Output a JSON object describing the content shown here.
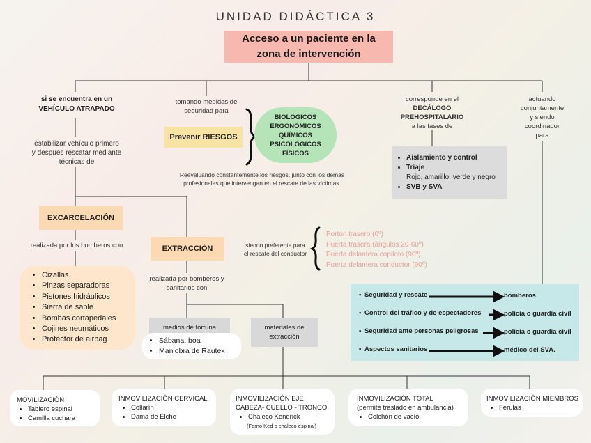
{
  "title": "UNIDAD DIDÁCTICA 3",
  "subtitle": [
    "Acceso a un paciente en la",
    "zona de intervención"
  ],
  "branch1": {
    "label_l1": "si se encuentra en un",
    "label_l2": "VEHÍCULO ATRAPADO",
    "desc_l1": "estabilizar vehículo primero",
    "desc_l2": "y después rescatar mediante",
    "desc_l3": "técnicas de"
  },
  "branch2": {
    "label_l1": "tomando medidas de",
    "label_l2": "seguridad para",
    "box": "Prevenir RIESGOS",
    "risks": [
      "BIOLÓGICOS",
      "ERGONÓMICOS",
      "QUÍMICOS",
      "PSICOLÓGICOS",
      "FÍSICOS"
    ],
    "note_l1": "Reevaluando constantemente los riesgos, junto con los demás",
    "note_l2": "profesionales que intervengan en el rescate de las víctimas."
  },
  "branch3": {
    "label_l1": "corresponde en el",
    "label_l2": "DECÁLOGO",
    "label_l3": "PREHOSPITALARIO",
    "label_l4": "a las fases de",
    "items": [
      "Aislamiento y control",
      "Triaje"
    ],
    "triaje_detail": "Rojo, amarillo, verde y negro",
    "last_item": "SVB y SVA"
  },
  "branch4": {
    "label_l1": "actuando",
    "label_l2": "conjuntamente",
    "label_l3": "y siendo",
    "label_l4": "coordinador",
    "label_l5": "para"
  },
  "excarcelacion": {
    "box": "EXCARCELACIÓN",
    "desc": "realizada por los bomberos con",
    "tools": [
      "Cizallas",
      "Pinzas separadoras",
      "Pistones hidráulicos",
      "Sierra de sable",
      "Bombas cortapedales",
      "Cojines neumáticos",
      "Protector de airbag"
    ]
  },
  "extraccion": {
    "box": "EXTRACCIÓN",
    "pref_l1": "siendo preferente para",
    "pref_l2": "el rescate del conductor",
    "doors": [
      "Portón trasero (0º)",
      "Puerta trasera (ángulos 20-60º)",
      "Puerta delantera copiloto (90º)",
      "Puerta delantera conductor (90º)"
    ],
    "desc_l1": "realizada por bomberos y",
    "desc_l2": "sanitarios con",
    "fortuna": "medios de fortuna",
    "fortuna_items": [
      "Sábana, boa",
      "Maniobra de Rautek"
    ],
    "materiales_l1": "materiales de",
    "materiales_l2": "extracción"
  },
  "coordination": [
    {
      "task": "Seguridad y rescate",
      "who": "bomberos"
    },
    {
      "task": "Control del tráfico y de espectadores",
      "who": "policía o guardia civil"
    },
    {
      "task": "Seguridad ante personas peligrosas",
      "who": "policía o guardia civil"
    },
    {
      "task": "Aspectos sanitarios",
      "who": "médico del SVA."
    }
  ],
  "bottom": {
    "movilizacion": {
      "title": "MOVILIZACIÓN",
      "items": [
        "Tablero espinal",
        "Camilla cuchara"
      ]
    },
    "cervical": {
      "title": "INMOVILIZACIÓN CERVICAL",
      "items": [
        "Collarín",
        "Dama de Elche"
      ]
    },
    "eje": {
      "title_l1": "INMOVILIZACIÓN EJE",
      "title_l2": "CABEZA- CUELLO - TRONCO",
      "items": [
        "Chaleco Kendrick"
      ],
      "note": "(Ferno Ked o chaleco espinal)"
    },
    "total": {
      "title": "INMOVILIZACIÓN TOTAL",
      "subtitle": "(permite traslado en ambulancia)",
      "items": [
        "Colchón de vacío"
      ]
    },
    "miembros": {
      "title": "INMOVILIZACIÓN MIEMBROS",
      "items": [
        "Férulas"
      ]
    }
  }
}
